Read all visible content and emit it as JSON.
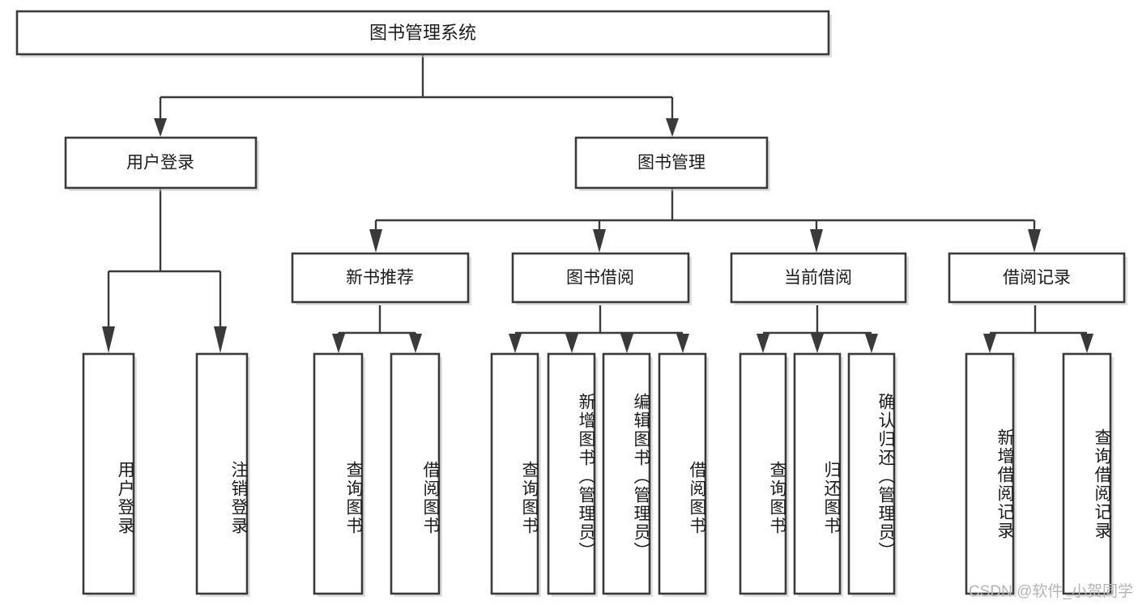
{
  "diagram": {
    "title": "图书管理系统",
    "type": "tree",
    "orientation": "top-down",
    "colors": {
      "box_fill": "#ffffff",
      "box_stroke": "#3a3a3a",
      "edge": "#3a3a3a",
      "text": "#1b1b1b",
      "watermark": "#b4b4b4",
      "background": "#ffffff"
    },
    "root": {
      "label": "图书管理系统"
    },
    "level2": [
      {
        "label": "用户登录"
      },
      {
        "label": "图书管理"
      }
    ],
    "level3": [
      {
        "label": "新书推荐"
      },
      {
        "label": "图书借阅"
      },
      {
        "label": "当前借阅"
      },
      {
        "label": "借阅记录"
      }
    ],
    "leaves": {
      "user_login": [
        {
          "label": "用户登录"
        },
        {
          "label": "注销登录"
        }
      ],
      "new_book_recommend": [
        {
          "label": "查询图书"
        },
        {
          "label": "借阅图书"
        }
      ],
      "book_borrow": [
        {
          "label": "查询图书"
        },
        {
          "label": "新增图书（管理员）"
        },
        {
          "label": "编辑图书（管理员）"
        },
        {
          "label": "借阅图书"
        }
      ],
      "current_borrow": [
        {
          "label": "查询图书"
        },
        {
          "label": "归还图书"
        },
        {
          "label": "确认归还（管理员）"
        }
      ],
      "borrow_record": [
        {
          "label": "新增借阅记录"
        },
        {
          "label": "查询借阅记录"
        }
      ]
    },
    "watermark": "CSDN @软件_小贺同学"
  }
}
